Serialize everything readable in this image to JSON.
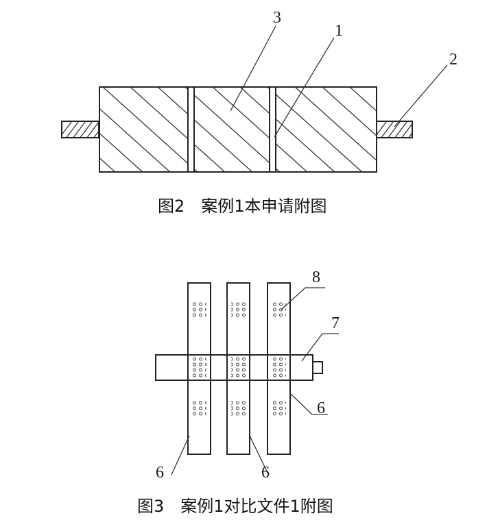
{
  "figure2": {
    "labels": {
      "part3": "3",
      "part1": "1",
      "part2": "2"
    },
    "caption": "图2　案例1本申请附图"
  },
  "figure3": {
    "labels": {
      "part8": "8",
      "part7": "7",
      "part6_right": "6",
      "part6_left": "6",
      "part6_mid": "6"
    },
    "caption": "图3　案例1对比文件1附图"
  }
}
